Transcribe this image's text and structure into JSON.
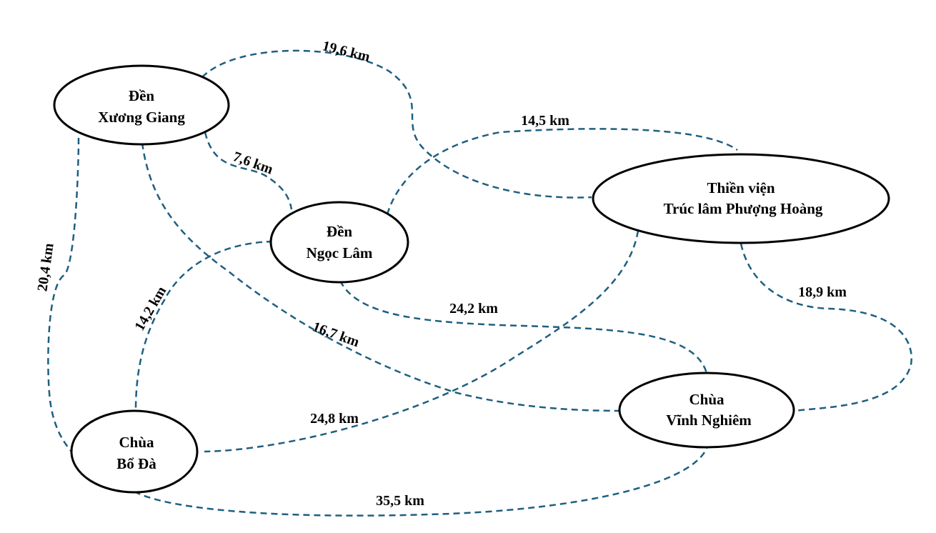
{
  "nodes": {
    "xuong_giang": {
      "line1": "Đền",
      "line2": "Xương Giang"
    },
    "ngoc_lam": {
      "line1": "Đền",
      "line2": "Ngọc Lâm"
    },
    "thien_vien": {
      "line1": "Thiền viện",
      "line2": "Trúc lâm Phượng Hoàng"
    },
    "vinh_nghiem": {
      "line1": "Chùa",
      "line2": "Vĩnh Nghiêm"
    },
    "bo_da": {
      "line1": "Chùa",
      "line2": "Bổ Đà"
    }
  },
  "edges": [
    {
      "from": "Đền Xương Giang",
      "to": "Thiền viện Trúc lâm Phượng Hoàng",
      "distance": "19,6 km"
    },
    {
      "from": "Đền Ngọc Lâm",
      "to": "Thiền viện Trúc lâm Phượng Hoàng",
      "distance": "14,5 km"
    },
    {
      "from": "Đền Xương Giang",
      "to": "Đền Ngọc Lâm",
      "distance": "7,6 km"
    },
    {
      "from": "Đền Xương Giang",
      "to": "Chùa Bổ Đà",
      "distance": "20,4 km"
    },
    {
      "from": "Đền Ngọc Lâm",
      "to": "Chùa Bổ Đà",
      "distance": "14,2 km"
    },
    {
      "from": "Đền Xương Giang",
      "to": "Chùa Vĩnh Nghiêm",
      "distance": "16,7 km"
    },
    {
      "from": "Đền Ngọc Lâm",
      "to": "Chùa Vĩnh Nghiêm",
      "distance": "24,2 km"
    },
    {
      "from": "Thiền viện Trúc lâm Phượng Hoàng",
      "to": "Chùa Bổ Đà",
      "distance": "24,8 km"
    },
    {
      "from": "Thiền viện Trúc lâm Phượng Hoàng",
      "to": "Chùa Vĩnh Nghiêm",
      "distance": "18,9 km"
    },
    {
      "from": "Chùa Bổ Đà",
      "to": "Chùa Vĩnh Nghiêm",
      "distance": "35,5 km"
    }
  ],
  "colors": {
    "edge": "#1f5f7f",
    "node_stroke": "#000000"
  }
}
